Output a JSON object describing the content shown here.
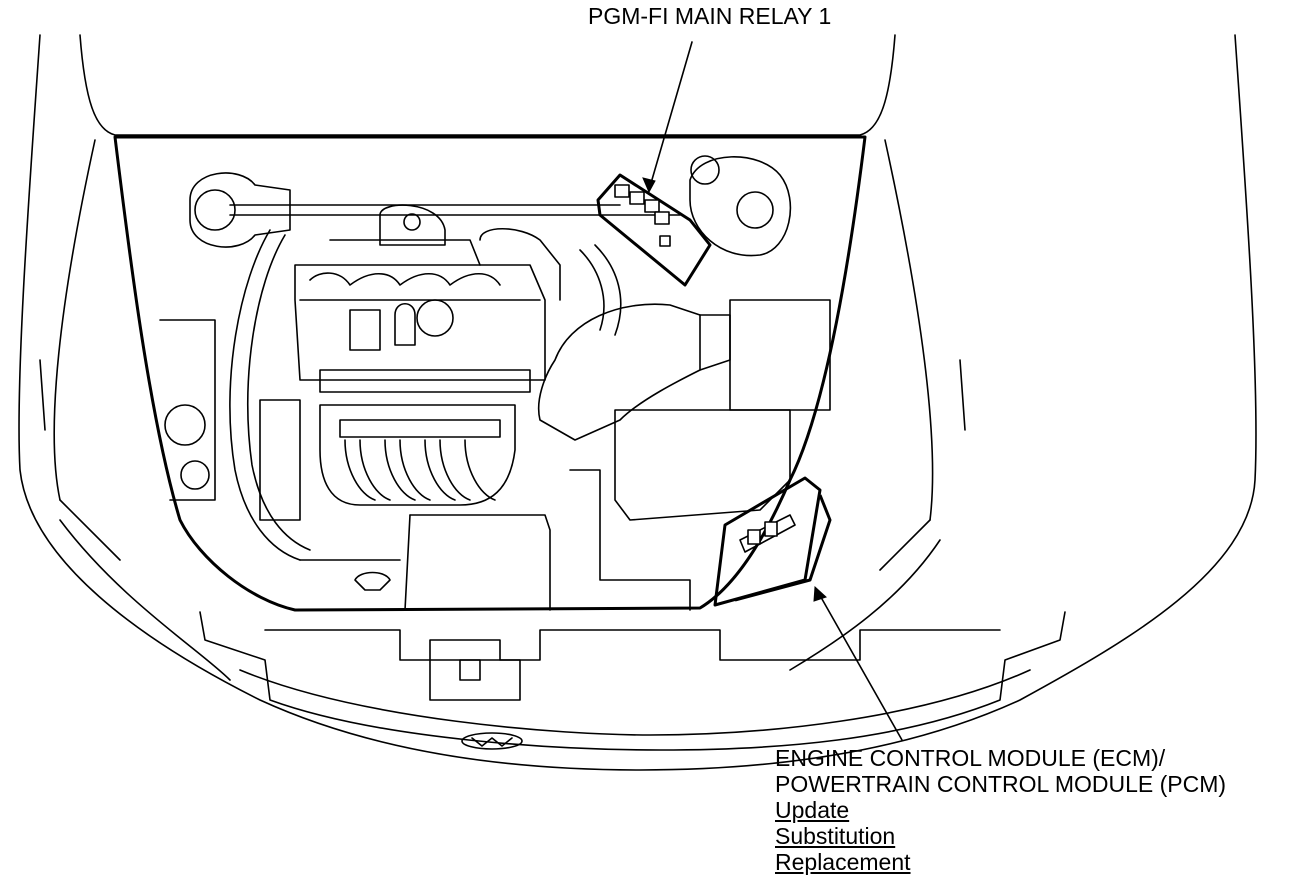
{
  "labels": {
    "relay": "PGM-FI MAIN RELAY 1",
    "ecm_line1": "ENGINE CONTROL MODULE (ECM)/",
    "ecm_line2": "POWERTRAIN CONTROL MODULE (PCM)",
    "links": [
      "Update",
      "Substitution",
      "Replacement"
    ]
  },
  "colors": {
    "line": "#000000",
    "background": "#ffffff"
  }
}
